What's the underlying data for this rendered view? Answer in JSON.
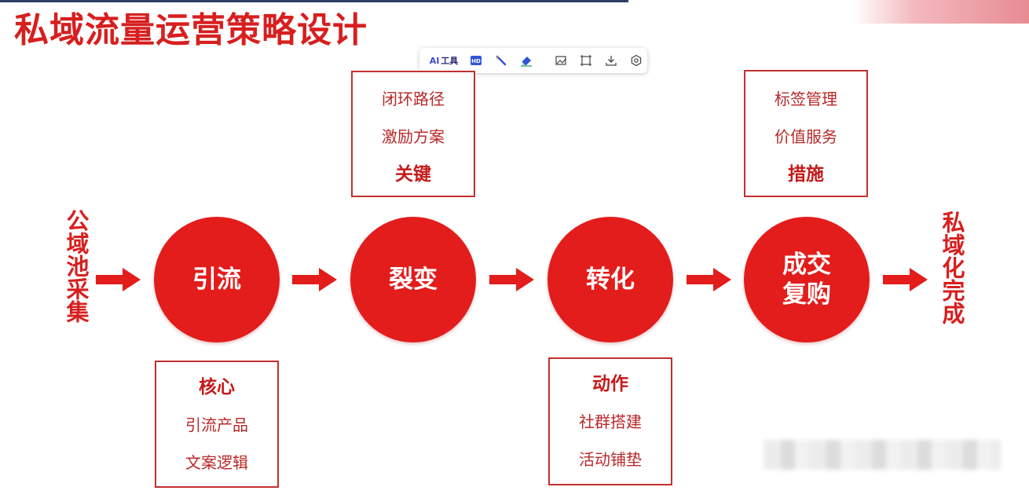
{
  "title": "私域流量运营策略设计",
  "toolbar": {
    "ai_label": "工具",
    "ai_prefix": "AI",
    "buttons": [
      "hd-icon",
      "brush-icon",
      "eraser-icon",
      "image-edit-icon",
      "crop-icon",
      "download-icon",
      "settings-icon"
    ]
  },
  "flow": {
    "start": "公域池采集",
    "end": "私域化完成",
    "steps": [
      {
        "name": "引流"
      },
      {
        "name": "裂变"
      },
      {
        "name": "转化"
      },
      {
        "line1": "成交",
        "line2": "复购"
      }
    ]
  },
  "boxes": {
    "hexin": {
      "key": "核心",
      "item1": "引流产品",
      "item2": "文案逻辑"
    },
    "guanjian": {
      "item1": "闭环路径",
      "item2": "激励方案",
      "key": "关键"
    },
    "dongzuo": {
      "key": "动作",
      "item1": "社群搭建",
      "item2": "活动铺垫"
    },
    "cuoshi": {
      "item1": "标签管理",
      "item2": "价值服务",
      "key": "措施"
    }
  },
  "colors": {
    "primary_red": "#e31c1c",
    "title_red": "#d71f1f",
    "box_border": "#c13030"
  }
}
